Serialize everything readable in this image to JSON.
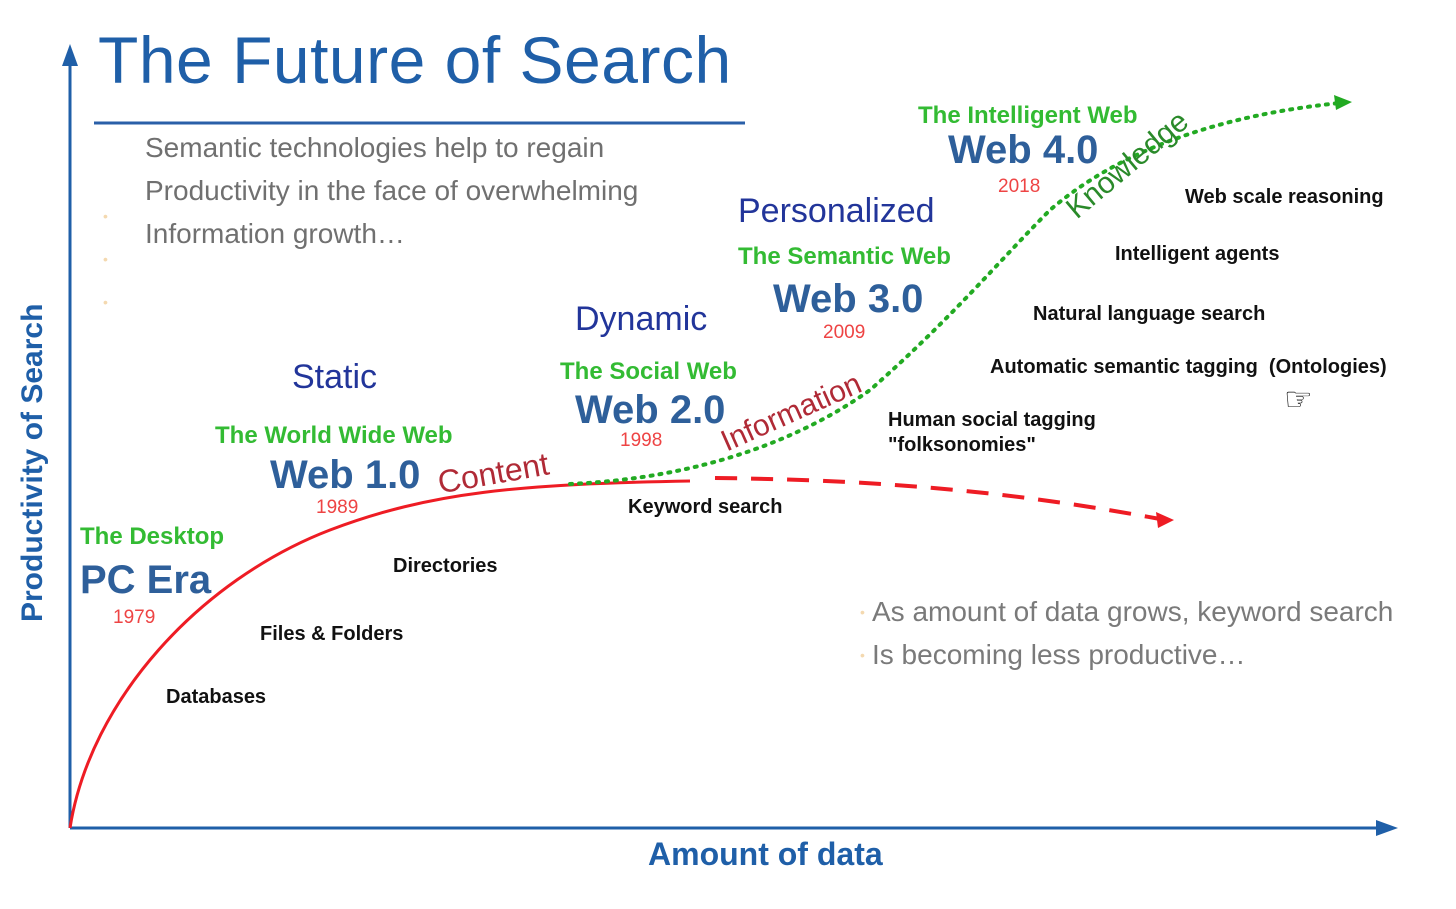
{
  "title": "The Future of Search",
  "intro_lines": [
    "Semantic technologies help to regain",
    "Productivity in the face of overwhelming",
    "Information growth…"
  ],
  "outro_lines": [
    "As amount of data grows, keyword search",
    "Is becoming less productive…"
  ],
  "axes": {
    "y_label": "Productivity of Search",
    "x_label": "Amount of data"
  },
  "eras": [
    {
      "subtitle": "The Desktop",
      "name": "PC Era",
      "year": "1979",
      "adjective": ""
    },
    {
      "subtitle": "The World Wide Web",
      "name": "Web 1.0",
      "year": "1989",
      "adjective": "Static"
    },
    {
      "subtitle": "The Social Web",
      "name": "Web 2.0",
      "year": "1998",
      "adjective": "Dynamic"
    },
    {
      "subtitle": "The Semantic Web",
      "name": "Web 3.0",
      "year": "2009",
      "adjective": "Personalized"
    },
    {
      "subtitle": "The Intelligent Web",
      "name": "Web 4.0",
      "year": "2018",
      "adjective": ""
    }
  ],
  "curve_labels": {
    "content": "Content",
    "information": "Information",
    "knowledge": "Knowledge"
  },
  "technologies": [
    "Databases",
    "Files & Folders",
    "Directories",
    "Keyword search",
    "Human social tagging",
    "\"folksonomies\"",
    "Automatic semantic tagging  (Ontologies)",
    "Natural language search",
    "Intelligent agents",
    "Web scale reasoning"
  ],
  "icons": {
    "pointer": "pointing-hand-icon"
  },
  "colors": {
    "title": "#1f5fa8",
    "axis": "#1f5fa8",
    "red_curve": "#ee1c24",
    "green_curve": "#22aa22",
    "subtitle_green": "#33bb33",
    "year_red": "#ee4444",
    "adjective_blue": "#22359a"
  }
}
